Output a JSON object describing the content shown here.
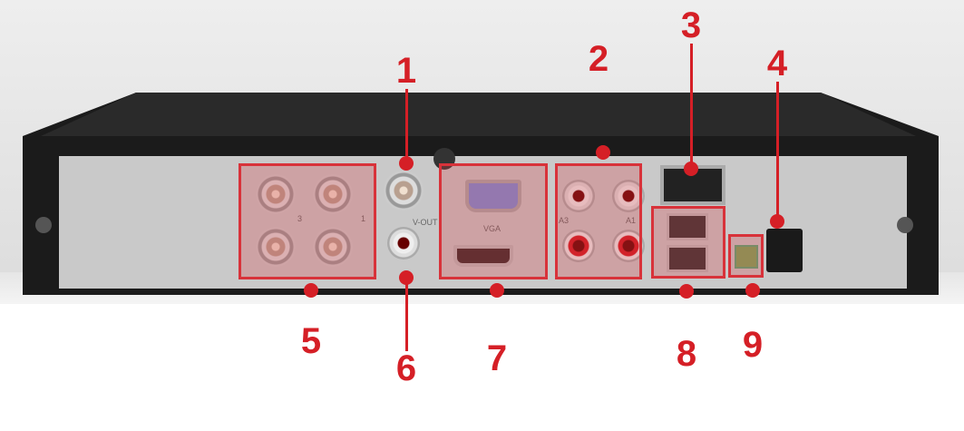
{
  "callouts": [
    {
      "number": "1",
      "part": "video-out-bnc"
    },
    {
      "number": "2",
      "part": "audio-rca"
    },
    {
      "number": "3",
      "part": "ethernet"
    },
    {
      "number": "4",
      "part": "power"
    },
    {
      "number": "5",
      "part": "video-in-bnc"
    },
    {
      "number": "6",
      "part": "audio-out-rca"
    },
    {
      "number": "7",
      "part": "vga-hdmi"
    },
    {
      "number": "8",
      "part": "usb"
    },
    {
      "number": "9",
      "part": "rs485"
    }
  ],
  "panel_labels": {
    "vout": "V-OUT",
    "vga": "VGA",
    "a3": "A3",
    "a1": "A1",
    "ch3": "3",
    "ch1": "1"
  },
  "colors": {
    "accent": "#d51f26",
    "chassis": "#1c1c1c",
    "panel": "#c8c8c8"
  }
}
